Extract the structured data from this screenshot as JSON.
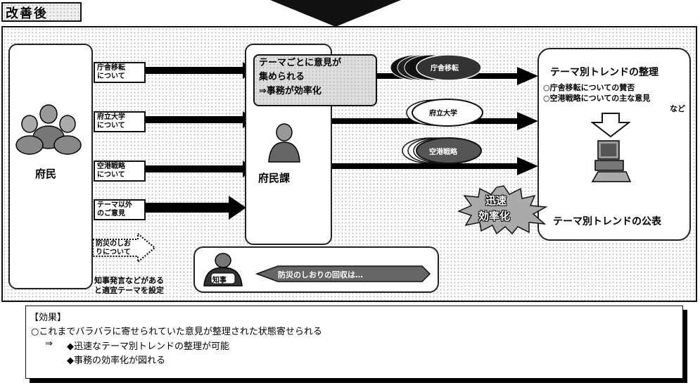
{
  "header": {
    "section_title": "改善後"
  },
  "citizens": {
    "label": "府民"
  },
  "topics": [
    {
      "label": "庁舎移転\nについて"
    },
    {
      "label": "府立大学\nについて"
    },
    {
      "label": "空港戦略\nについて"
    },
    {
      "label": "テーマ以外\nのご意見"
    }
  ],
  "dotted_topic": {
    "label": "防災のしお\nりについて"
  },
  "theme_note": {
    "text": "知事発言などがある\nと適宜テーマを設定"
  },
  "dept": {
    "label": "府民課",
    "bubble": "テーマごとに意見が\n集められる\n⇒事務が効率化"
  },
  "stacks": [
    {
      "label": "庁舎移転"
    },
    {
      "label": "府立大学"
    },
    {
      "label": "空港戦略"
    }
  ],
  "governor": {
    "label": "知事",
    "banner": "防災のしおりの回収は…"
  },
  "trend": {
    "title": "テーマ別トレンドの整理",
    "items": [
      "○庁舎移転についての賛否",
      "○空港戦略についての主な意見"
    ],
    "etc": "など",
    "publish": "テーマ別トレンドの公表"
  },
  "burst": {
    "line1": "迅速",
    "line2": "効率化"
  },
  "effects": {
    "heading": "【効果】",
    "line1": "○これまでバラバラに寄せられていた意見が整理された状態寄せられる",
    "arrow": "⇒",
    "item1": "◆迅速なテーマ別トレンドの整理が可能",
    "item2": "◆事務の効率化が図れる"
  }
}
